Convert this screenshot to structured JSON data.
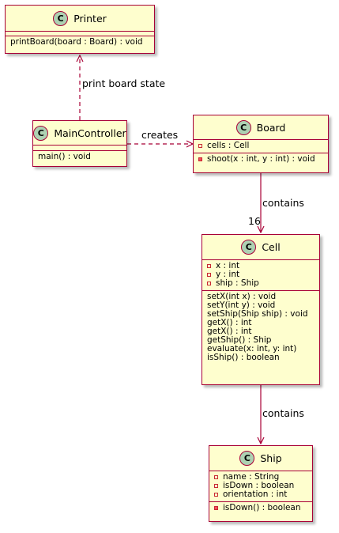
{
  "classes": {
    "printer": {
      "name": "Printer",
      "methods": [
        "printBoard(board : Board) : void"
      ]
    },
    "main_controller": {
      "name": "MainController",
      "methods": [
        "main() : void"
      ]
    },
    "board": {
      "name": "Board",
      "fields": [
        "cells : Cell"
      ],
      "methods": [
        "shoot(x : int, y : int) : void"
      ]
    },
    "cell": {
      "name": "Cell",
      "fields": [
        "x : int",
        "y : int",
        "ship : Ship"
      ],
      "methods": [
        "setX(int x) : void",
        "setY(int y) : void",
        "setShip(Ship ship) : void",
        "getX() : int",
        "getX() : int",
        "getShip() : Ship",
        "evaluate(x: int, y: int)",
        "isShip() : boolean"
      ]
    },
    "ship": {
      "name": "Ship",
      "fields": [
        "name : String",
        "isDown : boolean",
        "orientation : int"
      ],
      "methods": [
        "isDown() : boolean"
      ]
    }
  },
  "stereotype_letter": "C",
  "relations": {
    "print_board_state": "print board state",
    "creates": "creates",
    "board_contains": "contains",
    "board_multiplicity": "16",
    "cell_contains": "contains"
  },
  "colors": {
    "line": "#A80036",
    "class_fill": "#FEFECE",
    "circle_fill": "#ADD1B2",
    "private_marker": "#C82930",
    "private_marker_fill": "#F24D5C"
  }
}
